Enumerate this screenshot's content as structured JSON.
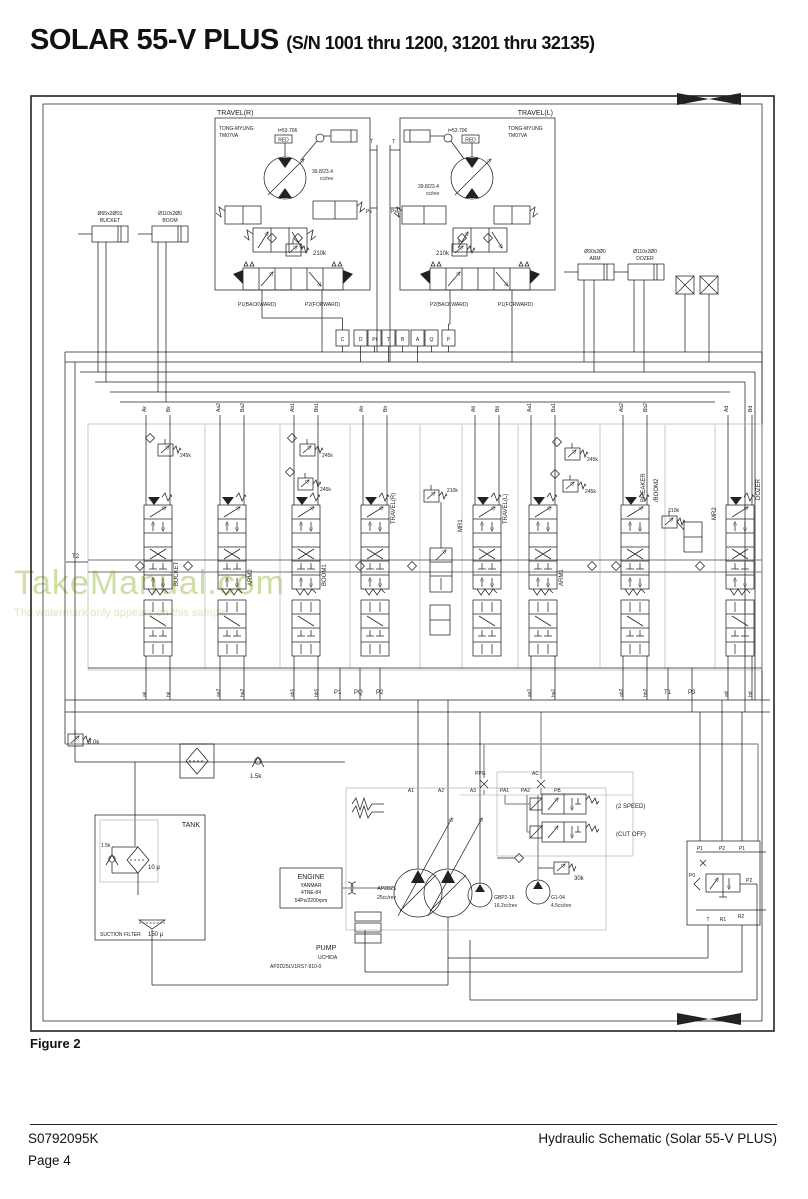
{
  "page": {
    "title": "SOLAR 55-V PLUS",
    "subtitle": "(S/N 1001 thru 1200, 31201 thru 32135)",
    "figure": "Figure 2",
    "doc_code": "S0792095K",
    "page_no": "Page 4",
    "footer_right": "Hydraulic Schematic (Solar 55-V PLUS)"
  },
  "watermark": {
    "line1": "TakeManual.com",
    "line2": "The watermark only appears on this sample"
  },
  "travel_right": {
    "title": "TRAVEL(R)",
    "maker": "TONG-MYUNG",
    "model": "TM07VA",
    "ratio": "i=53.706",
    "red": "RED",
    "disp": "39.8/23.4",
    "disp_unit": "cc/rev",
    "relief": "210k",
    "port_back": "P1(BACKWARD)",
    "port_fwd": "P2(FORWARD)"
  },
  "travel_left": {
    "title": "TRAVEL(L)",
    "maker": "TONG-MYUNG",
    "model": "TM07VA",
    "ratio": "i=53.706",
    "red": "RED",
    "disp": "39.8/23.4",
    "disp_unit": "cc/rev",
    "relief": "210k",
    "port_back": "P2(BACKWARD)",
    "port_fwd": "P1(FORWARD)"
  },
  "top_labels": {
    "t": "T",
    "ps": "Ps"
  },
  "cylinders": {
    "bucket_dim": "Ø65x2Ø5S",
    "bucket": "BUCKET",
    "boom_dim": "Ø110x2Ø0",
    "boom": "BOOM",
    "arm_dim": "Ø90x2Ø0",
    "arm": "ARM",
    "dozer_dim": "Ø110x2Ø0",
    "dozer": "DOZER"
  },
  "connector_letters": [
    "C",
    "D",
    "Pi",
    "T",
    "B",
    "A",
    "Q",
    "P"
  ],
  "valve_bank": {
    "sections": [
      "BUCKET",
      "ARM2",
      "BOOM1",
      "TRAVEL(R)",
      "MR1",
      "TRAVEL(L)",
      "ARM1",
      "BREAKER",
      "/BOOM2",
      "MR2",
      "DOZER"
    ],
    "relief_245": "245k",
    "relief_210": "210k",
    "t2": "T2",
    "ports_top": [
      "Ak",
      "Bk",
      "Aa2",
      "Ba2",
      "Ab1",
      "Bb1",
      "Atr",
      "Btr",
      "Atl",
      "Btl",
      "Aa1",
      "Ba1",
      "Ab2",
      "Bb2",
      "Ad",
      "Bd"
    ],
    "ports_bottom": [
      "ak",
      "bk",
      "aa2",
      "ba2",
      "ab1",
      "bb1",
      "P1",
      "PQ",
      "P2",
      "aa1",
      "ba1",
      "ab2",
      "bb2",
      "T1",
      "P3",
      "ad",
      "bd"
    ]
  },
  "pilot": {
    "ppg": "PPG",
    "ac": "AC",
    "a1": "A1",
    "a2": "A2",
    "a3": "A3",
    "pa1": "PA1",
    "pa2": "PA2",
    "pb": "PB",
    "two_speed": "(2 SPEED)",
    "cut_off": "(CUT OFF)",
    "relief": "30k"
  },
  "engine": {
    "title": "ENGINE",
    "maker": "YANMAR",
    "model": "4TNE-84",
    "rating": "54Ps/2200rpm"
  },
  "pump": {
    "title": "PUMP",
    "maker": "UCHIDA",
    "model": "AP2D25LV1RS7-910-0",
    "main_name": "AP2D25",
    "main_disp": "25cc/rev",
    "gear_name": "GBP2-16",
    "gear_disp": "16.2cc/rev",
    "pilot_name": "G1-04",
    "pilot_disp": "4.5cc/rev"
  },
  "tank": {
    "title": "TANK",
    "bypass": "1.5k",
    "filter": "10 μ",
    "suction": "SUCTION FILTER",
    "suction_micron": "150 μ"
  },
  "aux": {
    "relief_3k": "3.0k",
    "check_15": "1.5k"
  },
  "pilot_block": {
    "p1": "P1",
    "p2": "P2",
    "p1b": "P1",
    "p0": "P0",
    "out": "P2",
    "t": "T",
    "r1": "R1",
    "r2": "R2"
  }
}
